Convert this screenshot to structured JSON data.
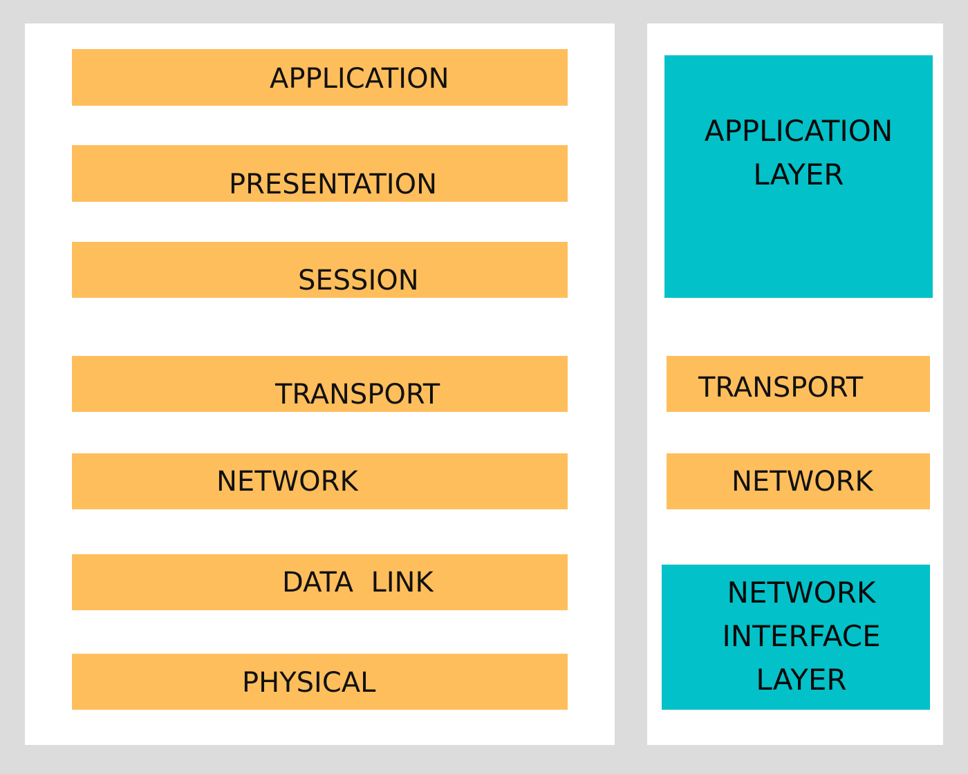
{
  "osi_model": {
    "layers": [
      "APPLICATION",
      "PRESENTATION",
      "SESSION",
      "TRANSPORT",
      "NETWORK",
      "DATA  LINK",
      "PHYSICAL"
    ]
  },
  "tcpip_model": {
    "application_layer": [
      "APPLICATION",
      "LAYER"
    ],
    "transport": "TRANSPORT",
    "network": "NETWORK",
    "network_interface_layer": [
      "NETWORK",
      "INTERFACE",
      "LAYER"
    ]
  },
  "colors": {
    "background": "#dcdcdc",
    "panel": "#ffffff",
    "orange_layer": "#ffbe5c",
    "teal_layer": "#03c1c9",
    "text": "#111111"
  }
}
